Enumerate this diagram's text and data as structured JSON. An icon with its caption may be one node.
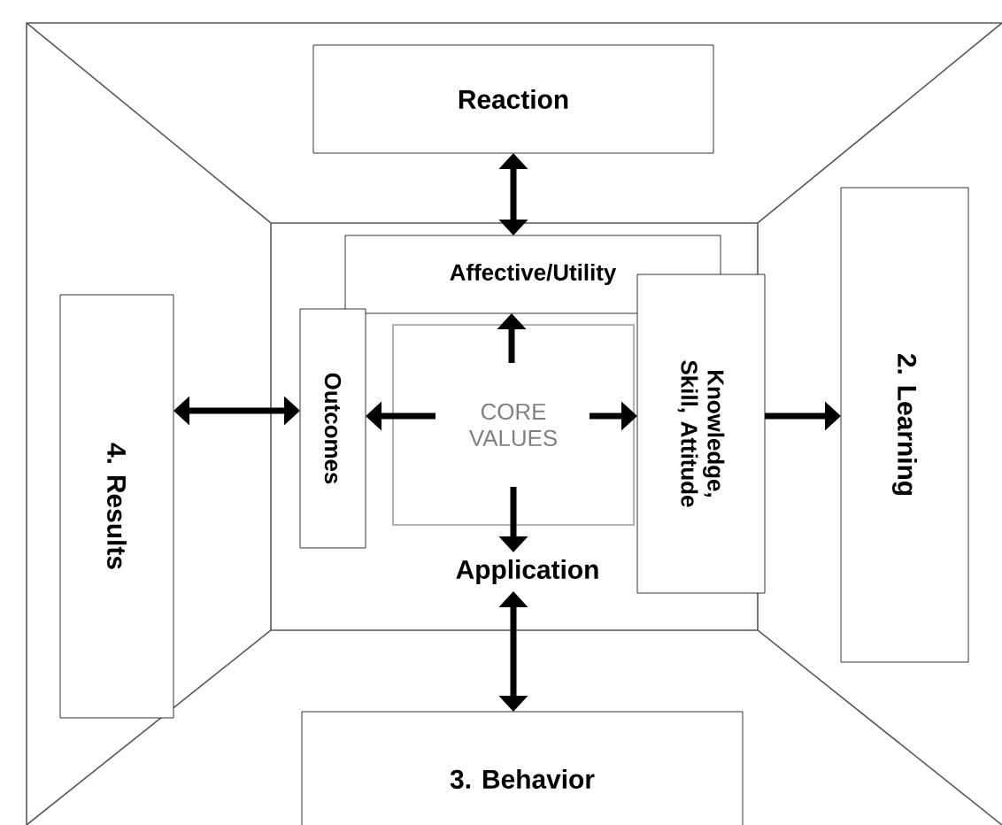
{
  "diagram": {
    "nodes": [
      {
        "text": [
          "Reaction"
        ]
      },
      {
        "text": [
          "Affective/Utility"
        ]
      },
      {
        "text": [
          "Knowledge, Skill, Attitude"
        ]
      },
      {
        "text": [
          "2. Learning"
        ]
      },
      {
        "text": [
          "Outcomes"
        ]
      },
      {
        "text": [
          "4. Results"
        ]
      },
      {
        "text": [
          "CORE VALUES"
        ]
      },
      {
        "text": [
          "Application"
        ]
      },
      {
        "text": [
          "3. Behavior"
        ]
      }
    ],
    "edges": [
      {
        "from": 0,
        "to": 1,
        "arrow": "both"
      },
      {
        "from": 6,
        "to": 1,
        "arrow": "to"
      },
      {
        "from": 6,
        "to": 4,
        "arrow": "to"
      },
      {
        "from": 6,
        "to": 2,
        "arrow": "to"
      },
      {
        "from": 6,
        "to": 7,
        "arrow": "to"
      },
      {
        "from": 2,
        "to": 3,
        "arrow": "to"
      },
      {
        "from": 5,
        "to": 4,
        "arrow": "both"
      },
      {
        "from": 7,
        "to": 8,
        "arrow": "both"
      }
    ]
  }
}
